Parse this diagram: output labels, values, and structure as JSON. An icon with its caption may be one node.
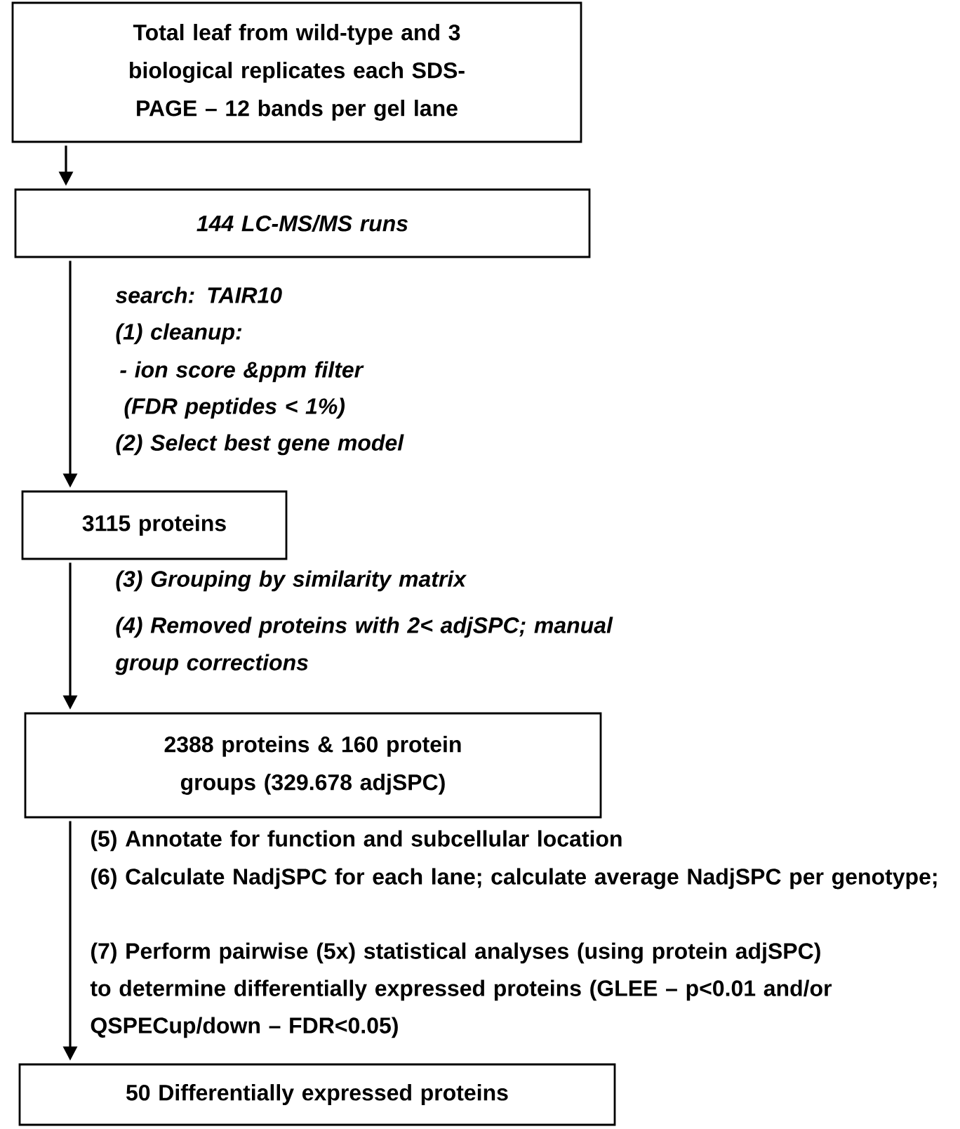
{
  "diagram": {
    "nodes": [
      {
        "text": [
          "Total leaf from wild-type and 3 biological replicates each SDS-PAGE – 12 bands per gel lane"
        ]
      },
      {
        "text": [
          "144 LC-MS/MS runs"
        ]
      },
      {
        "text": [
          "3115 proteins"
        ]
      },
      {
        "text": [
          "2388 proteins & 160 protein groups (329.678 adjSPC)"
        ]
      },
      {
        "text": [
          "50 Differentially expressed proteins"
        ]
      }
    ],
    "edges": [
      {
        "from": 0,
        "to": 1,
        "arrow": "to"
      },
      {
        "from": 1,
        "to": 2,
        "arrow": "to"
      },
      {
        "from": 2,
        "to": 3,
        "arrow": "to"
      },
      {
        "from": 3,
        "to": 4,
        "arrow": "to"
      }
    ],
    "labels": [
      "search: TAIR10",
      "(1) cleanup:",
      "- ion score &ppm filter",
      "(FDR peptides < 1%)",
      "(2) Select best gene model",
      "(3) Grouping by similarity matrix",
      "(4) Removed proteins with 2< adjSPC; manual group corrections",
      "(5) Annotate for function and subcellular location",
      "(6) Calculate NadjSPC for each lane; calculate average NadjSPC per genotype;",
      "(7) Perform pairwise (5x) statistical analyses (using protein adjSPC) to determine differentially expressed proteins (GLEE – p<0.01 and/or QSPECup/down – FDR<0.05)"
    ]
  }
}
